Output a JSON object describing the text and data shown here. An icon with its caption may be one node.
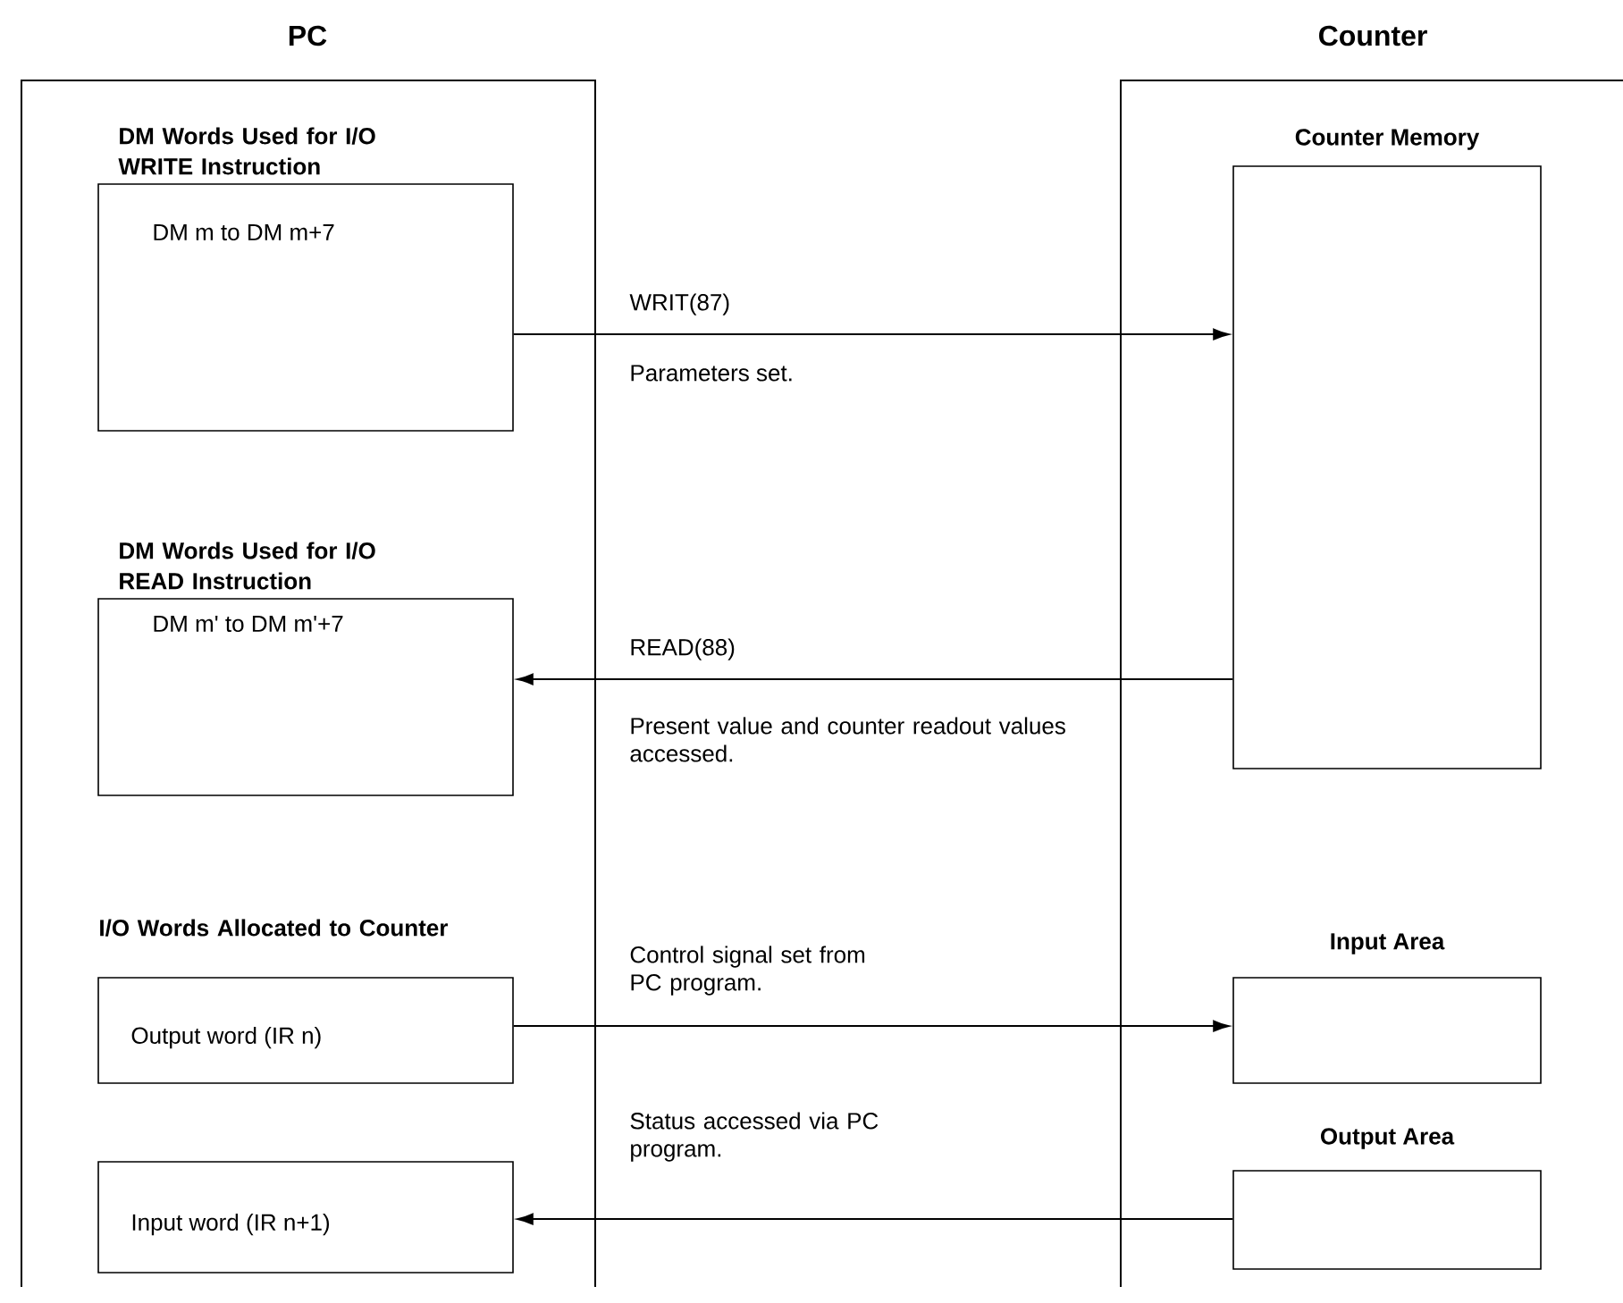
{
  "diagram": {
    "nodes": [
      {
        "text": [
          "PC"
        ]
      },
      {
        "text": [
          "Counter"
        ]
      },
      {
        "text": [
          "DM Words Used for I/O WRITE Instruction",
          "DM m to DM m+7"
        ],
        "in": 0
      },
      {
        "text": [
          "DM Words Used for I/O READ Instruction",
          "DM m' to DM m'+7"
        ],
        "in": 0
      },
      {
        "text": [
          "Output word (IR n)"
        ],
        "in": 0
      },
      {
        "text": [
          "Input word (IR n+1)"
        ],
        "in": 0
      },
      {
        "text": [
          "Counter Memory"
        ],
        "in": 1
      },
      {
        "text": [
          "Input Area"
        ],
        "in": 1
      },
      {
        "text": [
          "Output Area"
        ],
        "in": 1
      }
    ],
    "edges": [
      {
        "from": 2,
        "to": 6,
        "arrow": "to",
        "label": "WRIT(87)"
      },
      {
        "from": 6,
        "to": 3,
        "arrow": "to",
        "label": "READ(88)"
      },
      {
        "from": 4,
        "to": 7,
        "arrow": "to",
        "label": "Control signal set from PC program."
      },
      {
        "from": 8,
        "to": 5,
        "arrow": "to",
        "label": "Status accessed via PC program."
      }
    ],
    "labels": [
      "Parameters set.",
      "Present value and counter readout values accessed.",
      "I/O Words Allocated to Counter"
    ]
  }
}
